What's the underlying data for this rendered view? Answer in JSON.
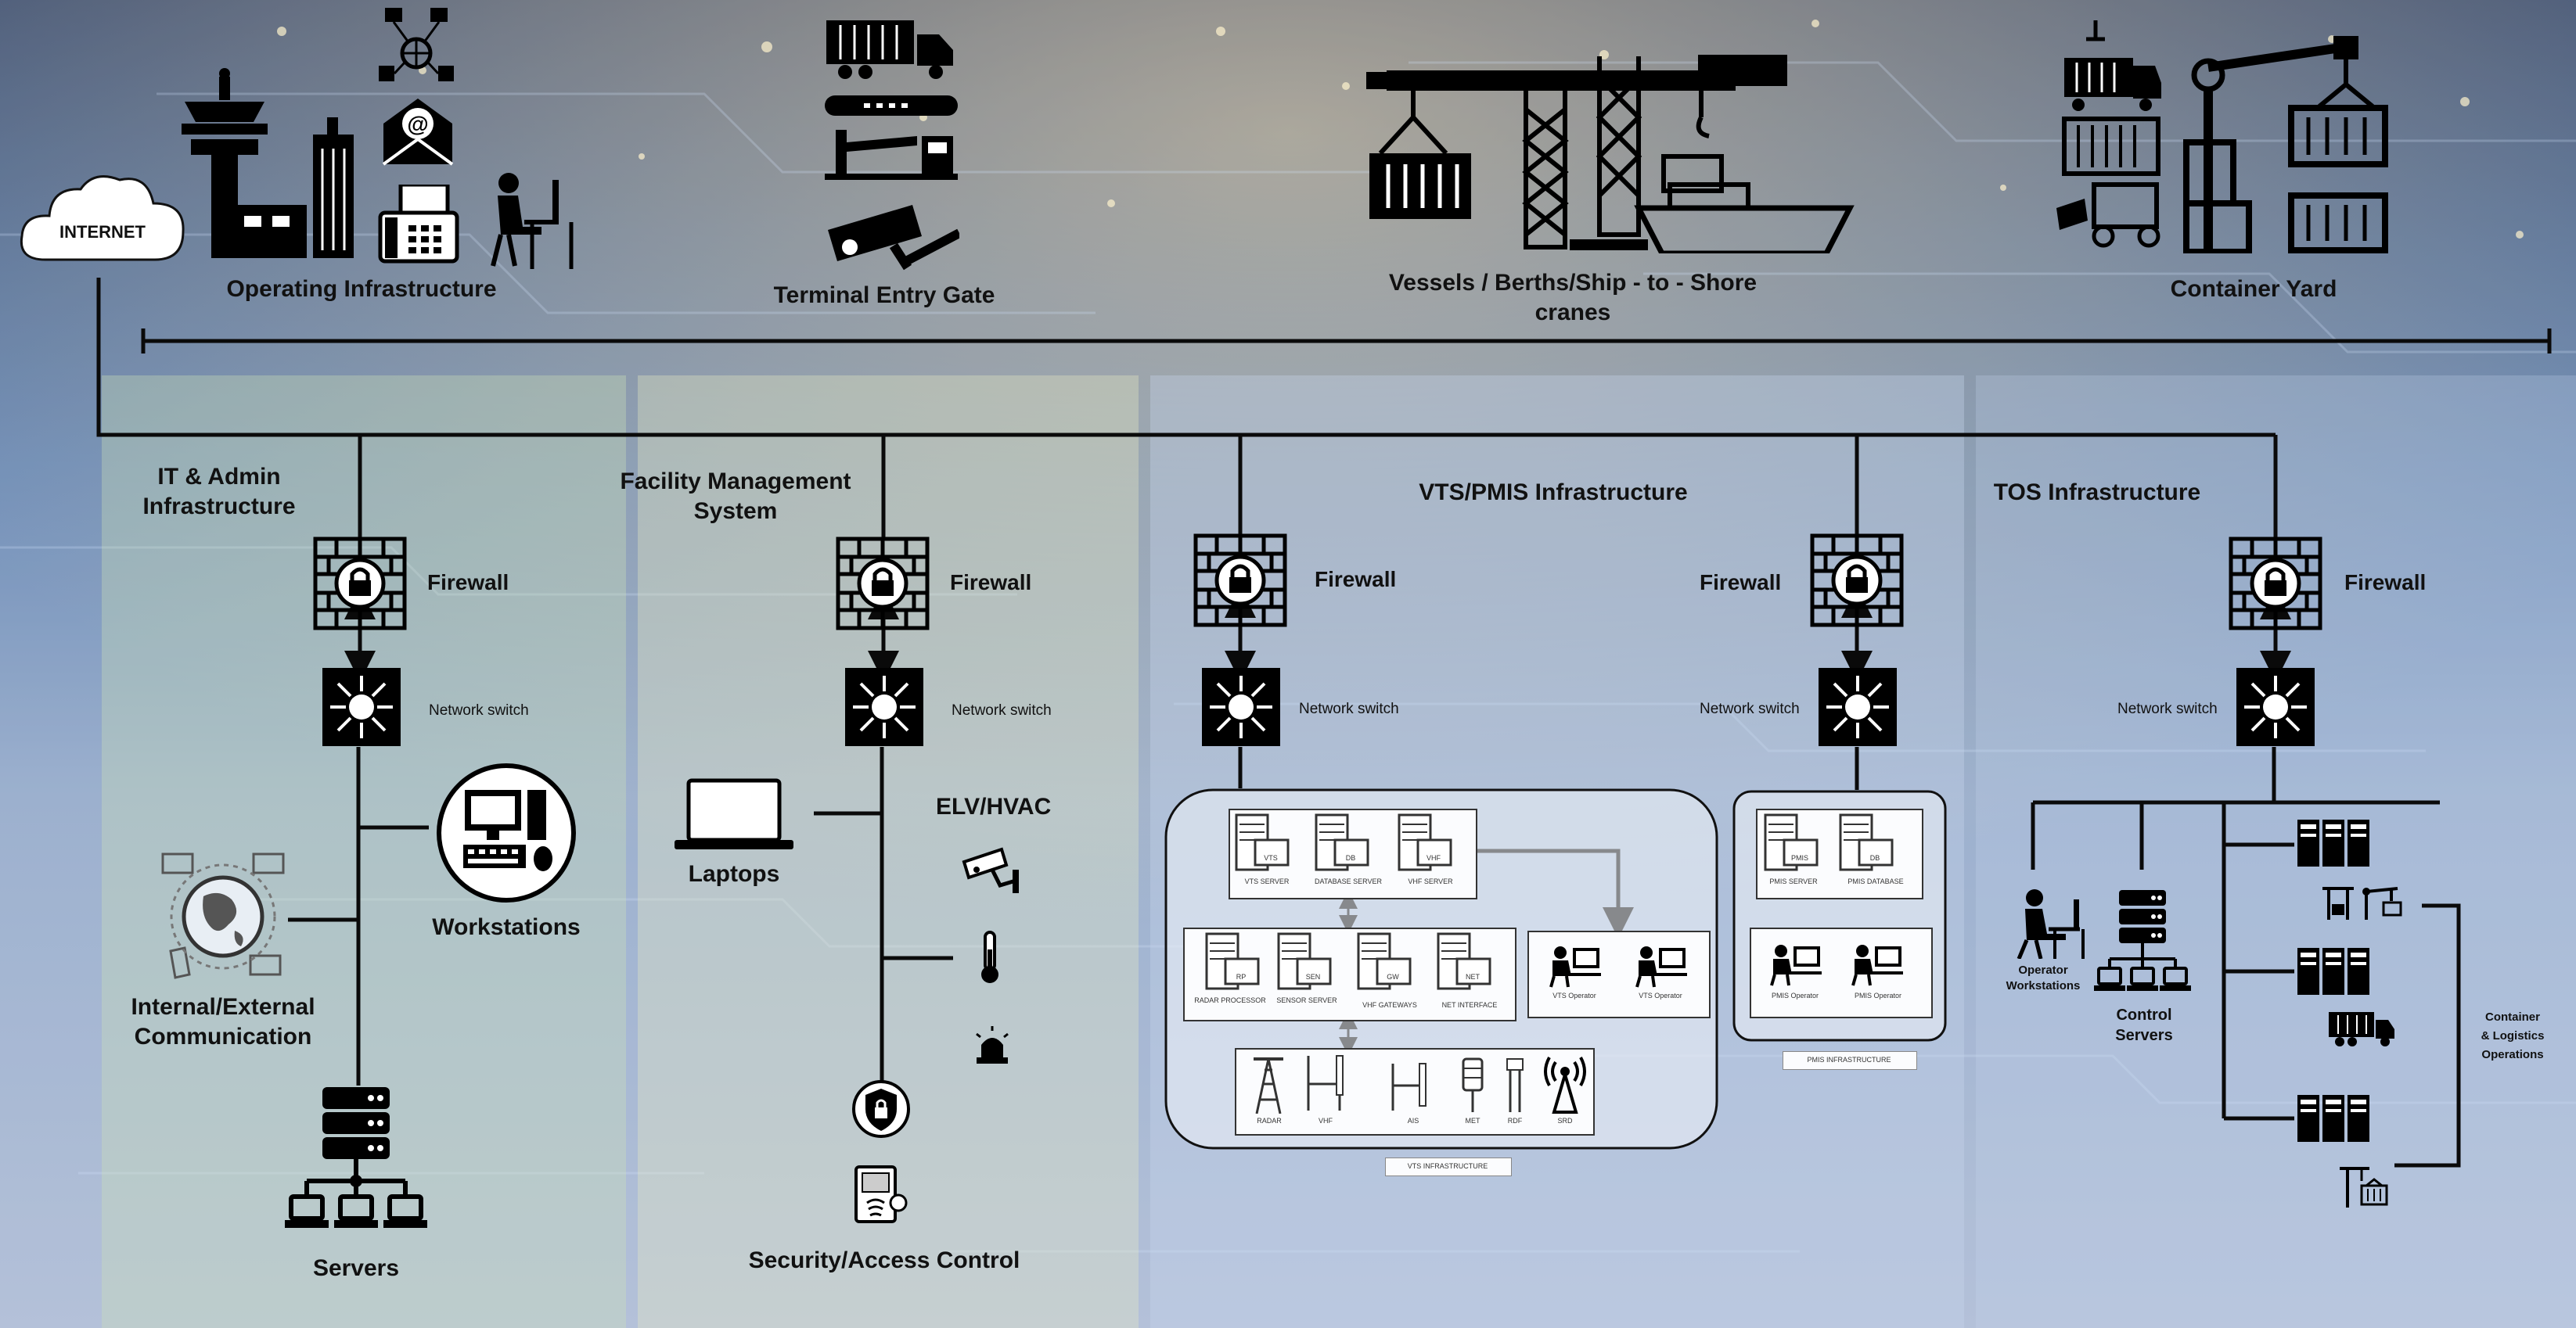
{
  "top": {
    "internet": "INTERNET",
    "operating": "Operating Infrastructure",
    "gate": "Terminal Entry Gate",
    "vessels_line1": "Vessels / Berths/Ship - to - Shore",
    "vessels_line2": "cranes",
    "yard": "Container Yard"
  },
  "common": {
    "firewall": "Firewall",
    "switch": "Network switch"
  },
  "it": {
    "title_line1": "IT & Admin",
    "title_line2": "Infrastructure",
    "workstations": "Workstations",
    "comm_line1": "Internal/External",
    "comm_line2": "Communication",
    "servers": "Servers"
  },
  "fms": {
    "title_line1": "Facility Management",
    "title_line2": "System",
    "laptops": "Laptops",
    "elv": "ELV/HVAC",
    "security": "Security/Access Control"
  },
  "vts": {
    "title": "VTS/PMIS Infrastructure",
    "servers": [
      "VTS SERVER",
      "DATABASE SERVER",
      "VHF SERVER"
    ],
    "server_tags": [
      "VTS",
      "DB",
      "VHF"
    ],
    "mid": [
      "RADAR PROCESSOR",
      "SENSOR SERVER",
      "VHF GATEWAYS",
      "NET INTERFACE"
    ],
    "mid_tags": [
      "RP",
      "SEN",
      "GW",
      "NET"
    ],
    "operators": [
      "VTS Operator",
      "VTS Operator"
    ],
    "field": [
      "RADAR",
      "VHF",
      "AIS",
      "MET",
      "RDF",
      "SRD"
    ],
    "caption": "VTS INFRASTRUCTURE"
  },
  "pmis": {
    "servers": [
      "PMIS SERVER",
      "PMIS DATABASE"
    ],
    "server_tags": [
      "PMIS",
      "DB"
    ],
    "operators": [
      "PMIS Operator",
      "PMIS Operator"
    ],
    "caption": "PMIS INFRASTRUCTURE"
  },
  "tos": {
    "title": "TOS Infrastructure",
    "op_line1": "Operator",
    "op_line2": "Workstations",
    "ctrl_line1": "Control",
    "ctrl_line2": "Servers",
    "cont_line1": "Container",
    "cont_line2": "& Logistics",
    "cont_line3": "Operations"
  },
  "colors": {
    "line": "#0a0a0a",
    "panel_green": "#cfe3b8",
    "panel_yellow": "#e9ecc4",
    "panel_blue": "#c9d8ee"
  }
}
